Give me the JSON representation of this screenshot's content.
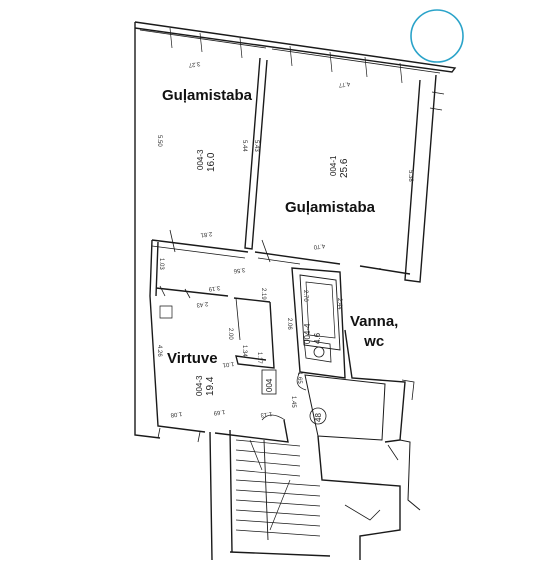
{
  "rooms": [
    {
      "label": "Guļamistaba",
      "id": "004-3",
      "area": "16.0"
    },
    {
      "label": "Guļamistaba",
      "id": "004-1",
      "area": "25.6"
    },
    {
      "label": "Virtuve",
      "id": "004-3",
      "area": "19.4"
    },
    {
      "label_line1": "Vanna,",
      "label_line2": "wc",
      "id": "004-4",
      "area": "4.6"
    }
  ],
  "apartment_number": "004",
  "stair_mark": "48",
  "dimensions": {
    "d_327": "3.27",
    "d_477": "4.77",
    "d_550": "5.50",
    "d_544": "5.44",
    "d_543": "5.43",
    "d_538": "5.38",
    "d_281": "2.81",
    "d_470": "4.70",
    "d_103": "1.03",
    "d_356": "3.56",
    "d_243": "2.43",
    "d_319": "3.19",
    "d_219": "2.19",
    "d_270": "2.70",
    "d_244": "2.44",
    "d_206": "2.06",
    "d_200": "2.00",
    "d_426": "4.26",
    "d_134": "1.34",
    "d_117": "1.17",
    "d_101": "1.01",
    "d_108": "1.08",
    "d_169": "1.69",
    "d_113": "1.13",
    "d_145": "1.45",
    "d_165": "1.65"
  },
  "colors": {
    "wall": "#1a1a1a",
    "marker": "#2aa3c9",
    "background": "#ffffff"
  }
}
